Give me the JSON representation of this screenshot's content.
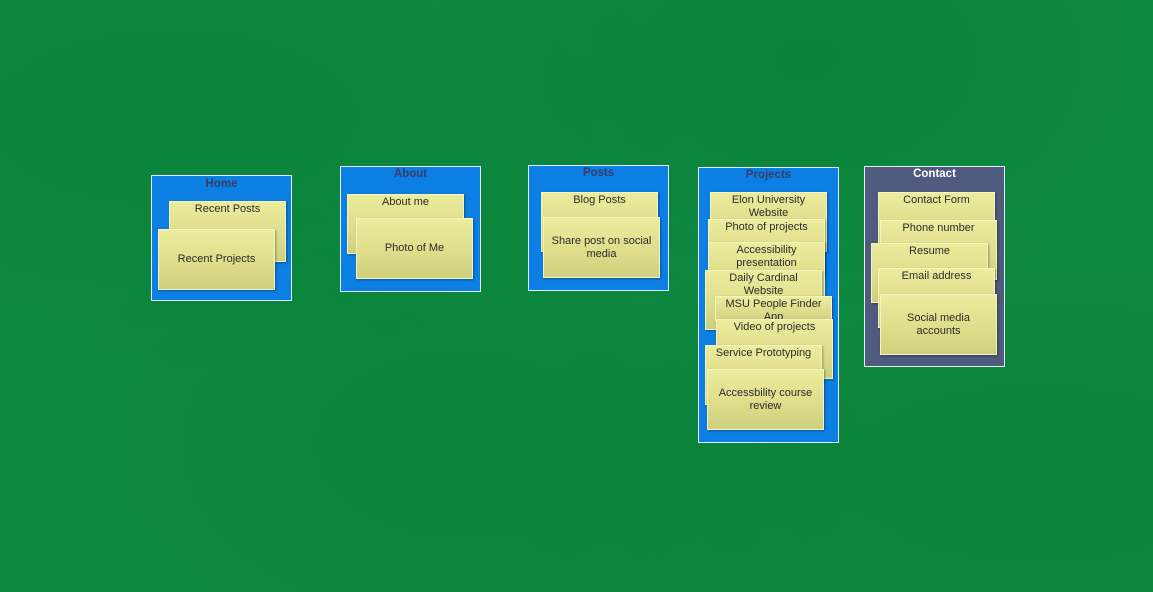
{
  "board": {
    "columns": [
      {
        "title": "Home",
        "notes": [
          "Recent Posts",
          "Recent Projects"
        ]
      },
      {
        "title": "About",
        "notes": [
          "About me",
          "Photo of Me"
        ]
      },
      {
        "title": "Posts",
        "notes": [
          "Blog Posts",
          "Share post on social media"
        ]
      },
      {
        "title": "Projects",
        "notes": [
          "Elon University Website",
          "Photo of projects",
          "Accessibility presentation",
          "Daily Cardinal Website",
          "MSU People Finder App",
          "Video of projects",
          "Service Prototyping",
          "Accessbility course review"
        ]
      },
      {
        "title": "Contact",
        "notes": [
          "Contact Form",
          "Phone number",
          "Resume",
          "Email address",
          "Social media accounts"
        ]
      }
    ]
  },
  "colors": {
    "background": "#0b8a3e",
    "column_blue": "#0b7fe3",
    "column_dark": "#4f5b7e",
    "note_yellow": "#dcdc8a"
  }
}
